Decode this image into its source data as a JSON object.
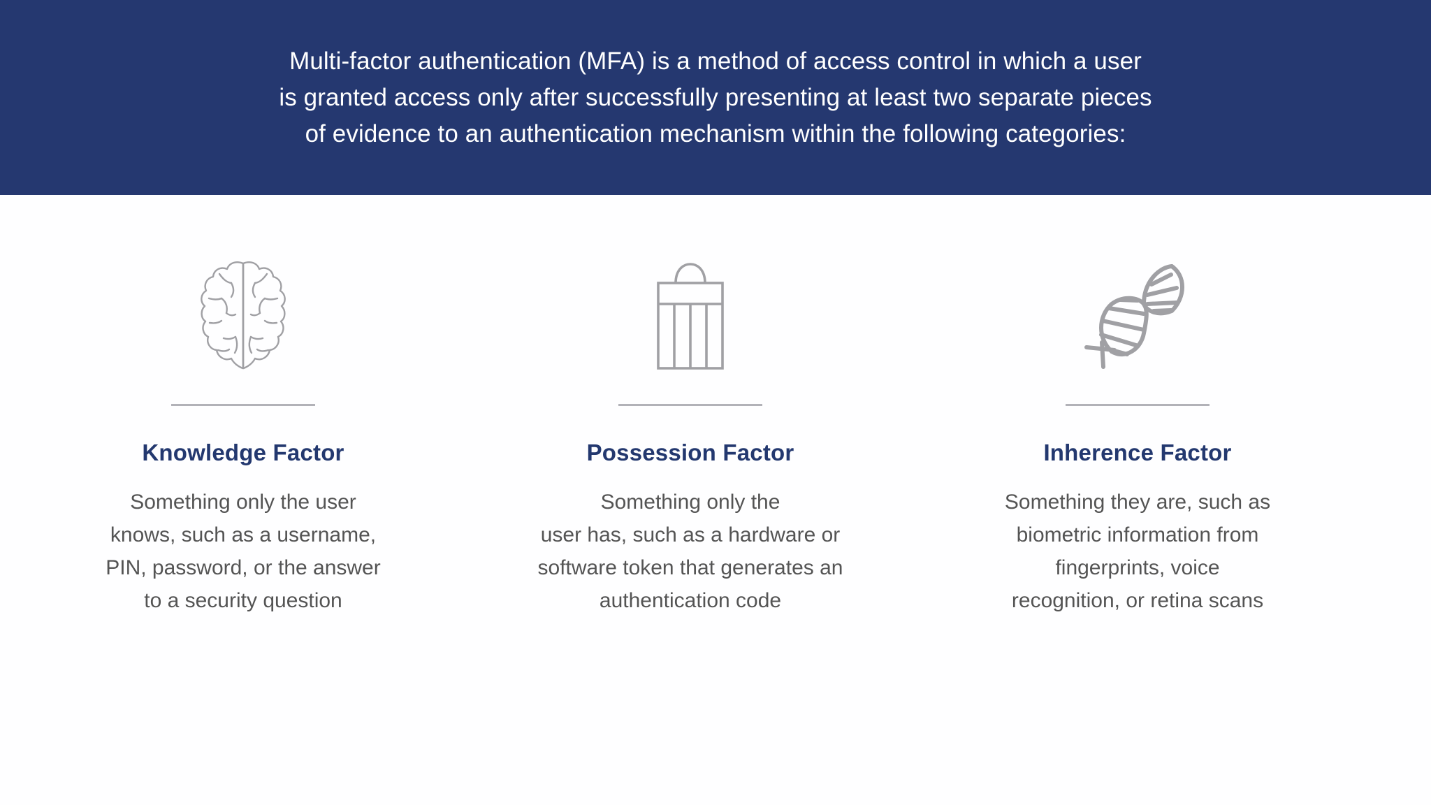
{
  "slide": {
    "background_color": "#fefeff",
    "header": {
      "background_color": "#253870",
      "text_color": "#ffffff",
      "lines": [
        "Multi-factor authentication (MFA) is a method of access control in which a user",
        "is granted access only after successfully presenting at least two separate pieces",
        "of evidence to an authentication mechanism within the following categories:"
      ]
    },
    "accent_color": "#23386f",
    "body_text_color": "#545454",
    "divider_color": "#b2b2b8",
    "icon_color": "#a0a0a4",
    "columns": [
      {
        "icon": "brain-icon",
        "title": "Knowledge Factor",
        "description_lines": [
          "Something only the user",
          "knows, such as a username,",
          "PIN, password, or the answer",
          "to a security question"
        ]
      },
      {
        "icon": "security-token-icon",
        "title": "Possession Factor",
        "description_lines": [
          "Something only the",
          "user has, such as a hardware or",
          "software token that generates an",
          "authentication code"
        ]
      },
      {
        "icon": "dna-helix-icon",
        "title": "Inherence Factor",
        "description_lines": [
          "Something they are, such as",
          "biometric information from",
          "fingerprints, voice",
          "recognition, or retina scans"
        ]
      }
    ]
  }
}
